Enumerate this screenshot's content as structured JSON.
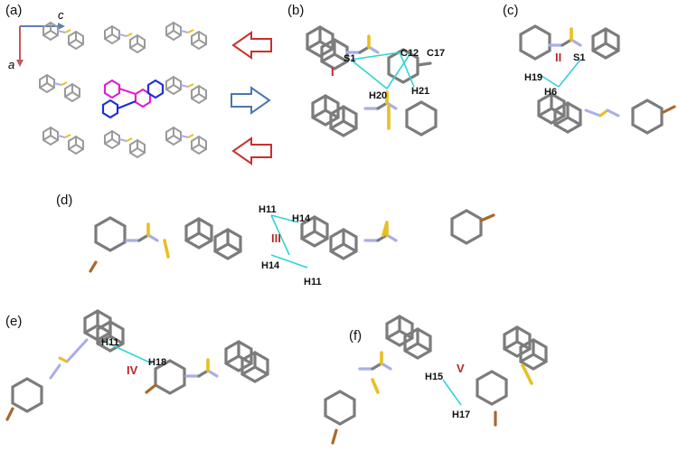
{
  "colors": {
    "contact": "#2fd3d8",
    "motif_label": "#b52a2a",
    "arrow_red": "#c9302c",
    "arrow_blue": "#4d76ad",
    "axis_c": "#5b7fb2",
    "axis_a": "#c9555d",
    "carbon": "#7c7c7c",
    "nitrogen": "#a9aee6",
    "sulfur": "#e8c020",
    "bromine": "#a8692c",
    "highlight_magenta": "#e020d0",
    "highlight_blue": "#1f2fd0"
  },
  "panels": {
    "a": {
      "label": "(a)",
      "axes": {
        "c": "c",
        "a": "a"
      },
      "arrows": [
        "left",
        "right",
        "left"
      ]
    },
    "b": {
      "label": "(b)",
      "motif": "I",
      "atoms": [
        "S1",
        "C12",
        "C17",
        "H20",
        "H21"
      ]
    },
    "c": {
      "label": "(c)",
      "motif": "II",
      "atoms": [
        "S1",
        "H19",
        "H6"
      ]
    },
    "d": {
      "label": "(d)",
      "motif": "III",
      "atoms": [
        "H11",
        "H14",
        "H14",
        "H11"
      ]
    },
    "e": {
      "label": "(e)",
      "motif": "IV",
      "atoms": [
        "H11",
        "H18"
      ]
    },
    "f": {
      "label": "(f)",
      "motif": "V",
      "atoms": [
        "H15",
        "H17"
      ]
    }
  }
}
